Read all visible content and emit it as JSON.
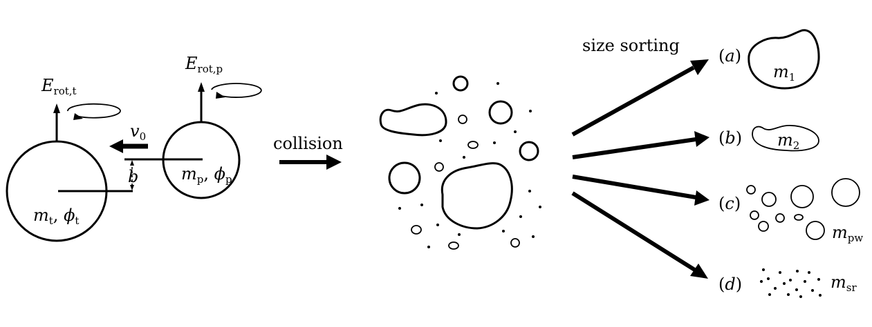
{
  "target": {
    "symbol_main": "E",
    "symbol_sub": "rot,t",
    "mass": "m",
    "mass_sub": "t",
    "phi": "ϕ",
    "phi_sub": "t",
    "sep": ", "
  },
  "projectile": {
    "symbol_main": "E",
    "symbol_sub": "rot,p",
    "mass": "m",
    "mass_sub": "p",
    "phi": "ϕ",
    "phi_sub": "p",
    "sep": ", "
  },
  "velocity": {
    "main": "v",
    "sub": "0"
  },
  "impact_parameter": "b",
  "collision_label": "collision",
  "sorting_label": "size sorting",
  "outcomes": [
    {
      "tag": "(a)",
      "tag_open": "(",
      "tag_letter": "a",
      "tag_close": ")",
      "mass": "m",
      "sub": "1"
    },
    {
      "tag": "(b)",
      "tag_open": "(",
      "tag_letter": "b",
      "tag_close": ")",
      "mass": "m",
      "sub": "2"
    },
    {
      "tag": "(c)",
      "tag_open": "(",
      "tag_letter": "c",
      "tag_close": ")",
      "mass": "m",
      "sub": "pw"
    },
    {
      "tag": "(d)",
      "tag_open": "(",
      "tag_letter": "d",
      "tag_close": ")",
      "mass": "m",
      "sub": "sr"
    }
  ]
}
